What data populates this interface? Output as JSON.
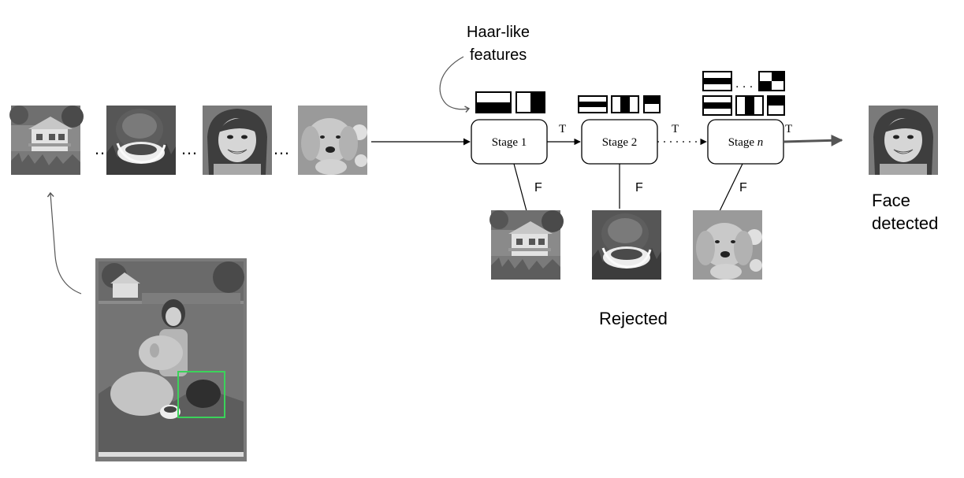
{
  "annotations": {
    "haar_line1": "Haar-like",
    "haar_line2": "features",
    "rejected": "Rejected",
    "face_line1": "Face",
    "face_line2": "detected"
  },
  "stages": [
    {
      "label": "Stage 1"
    },
    {
      "label": "Stage 2"
    },
    {
      "label_main": "Stage ",
      "label_var": "n"
    }
  ],
  "edges": {
    "true_label": "T",
    "false_label": "F",
    "ellipsis": "…",
    "dots": "· · ·"
  },
  "thumbnails": [
    {
      "subject": "house"
    },
    {
      "subject": "ball"
    },
    {
      "subject": "girl-face"
    },
    {
      "subject": "puppy"
    }
  ],
  "icons": [
    "house-photo",
    "ball-photo",
    "girl-face-photo",
    "puppy-photo",
    "source-photo",
    "haar-feature-icon"
  ]
}
